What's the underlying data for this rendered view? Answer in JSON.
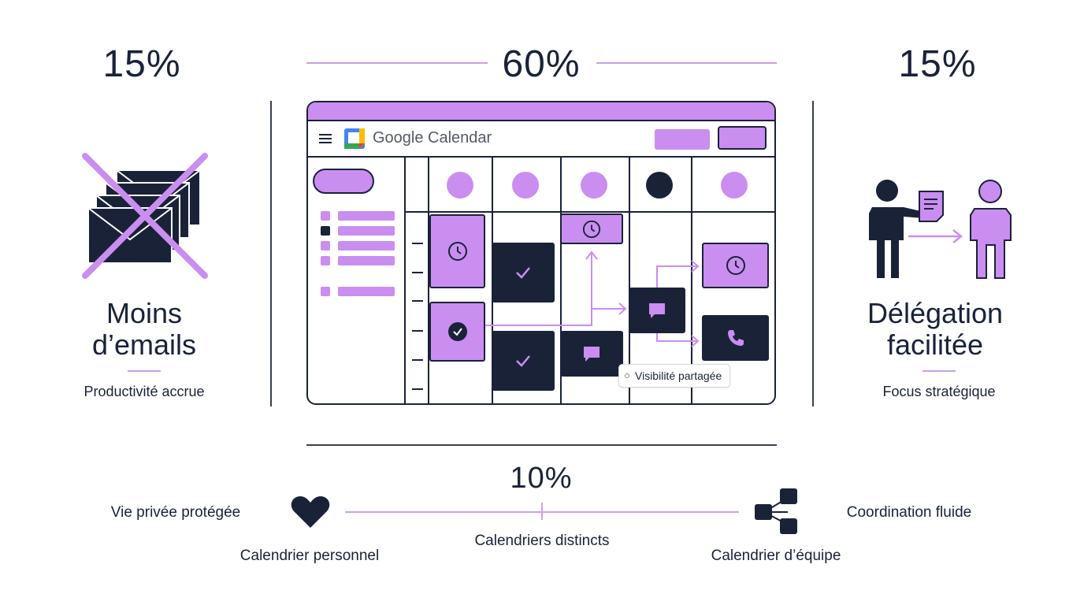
{
  "top": {
    "left_pct": "15%",
    "center_pct": "60%",
    "right_pct": "15%"
  },
  "left_panel": {
    "title_line1": "Moins",
    "title_line2": "d’emails",
    "subtitle": "Productivité accrue",
    "icon": "crossed-envelopes-icon"
  },
  "right_panel": {
    "title_line1": "Délégation",
    "title_line2": "facilitée",
    "subtitle": "Focus stratégique",
    "icon": "delegation-icon"
  },
  "calendar": {
    "app_title": "Google Calendar",
    "tooltip": "Visibilité partagée",
    "menu_icon": "hamburger-menu-icon",
    "logo_icon": "google-calendar-logo-icon"
  },
  "bottom": {
    "pct": "10%",
    "left_text": "Vie privée protégée",
    "left_calendar": "Calendrier personnel",
    "center_text": "Calendriers distincts",
    "right_calendar": "Calendrier d’équipe",
    "right_text": "Coordination fluide",
    "left_icon": "heart-icon",
    "right_icon": "network-icon"
  },
  "colors": {
    "accent": "#c98ef0",
    "dark": "#1a2238",
    "rule": "#c9a0e8"
  }
}
